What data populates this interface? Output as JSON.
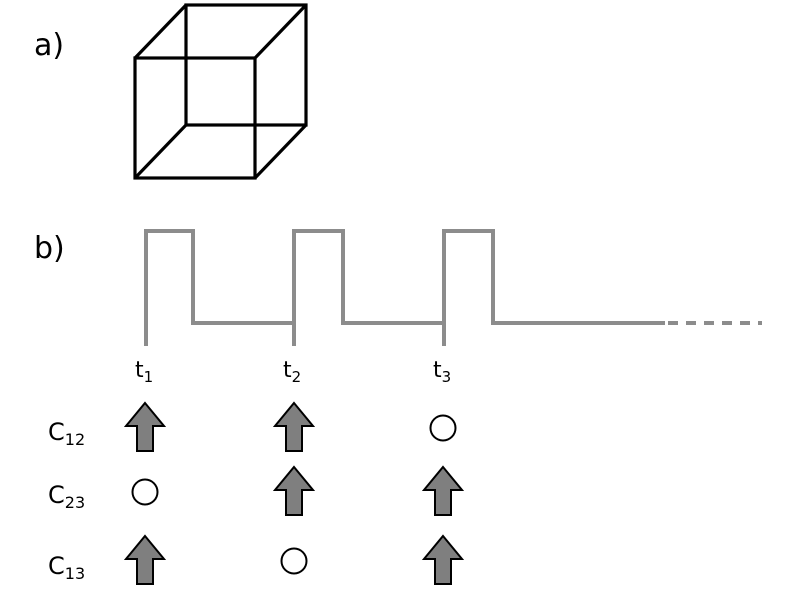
{
  "panels": {
    "a_label": "a)",
    "b_label": "b)"
  },
  "timepoints": [
    {
      "main": "t",
      "sub": "1"
    },
    {
      "main": "t",
      "sub": "2"
    },
    {
      "main": "t",
      "sub": "3"
    }
  ],
  "rows": [
    {
      "main": "C",
      "sub": "12",
      "marks": [
        "arrow",
        "arrow",
        "circle"
      ]
    },
    {
      "main": "C",
      "sub": "23",
      "marks": [
        "circle",
        "arrow",
        "arrow"
      ]
    },
    {
      "main": "C",
      "sub": "13",
      "marks": [
        "arrow",
        "circle",
        "arrow"
      ]
    }
  ],
  "icons": {
    "arrow": "up-arrow-icon",
    "circle": "open-circle-icon"
  },
  "colors": {
    "pulse": "#8c8c8c",
    "arrow_fill": "#7f7f7f",
    "outline": "#000000"
  }
}
